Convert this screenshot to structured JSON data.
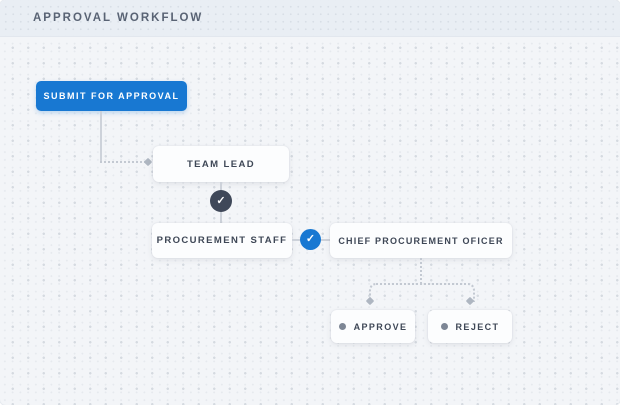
{
  "header": {
    "title": "APPROVAL WORKFLOW"
  },
  "diagram": {
    "start_button": {
      "label": "SUBMIT FOR APPROVAL"
    },
    "nodes": {
      "team_lead": {
        "label": "TEAM LEAD"
      },
      "procurement_staff": {
        "label": "PROCUREMENT STAFF"
      },
      "chief_procurement_officer": {
        "label": "CHIEF PROCUREMENT OFICER"
      },
      "approve": {
        "label": "APPROVE"
      },
      "reject": {
        "label": "REJECT"
      }
    }
  },
  "icons": {
    "check": "✓",
    "bullet": "●",
    "arrow": "◆"
  },
  "colors": {
    "accent_blue": "#1878d2",
    "dark_badge": "#3f4859",
    "node_text": "#3e4756",
    "connector": "#c9cfd8",
    "header_bg": "#e9eef4",
    "canvas_bg": "#f3f5f8",
    "node_bg": "#fcfdfe"
  }
}
